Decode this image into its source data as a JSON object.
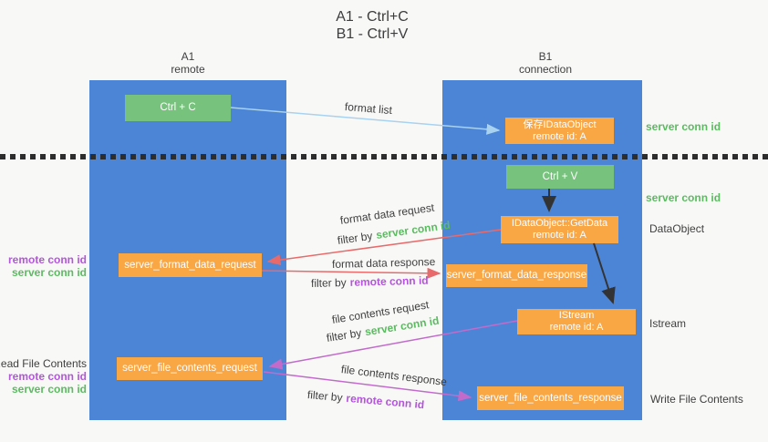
{
  "title": {
    "line1": "A1 - Ctrl+C",
    "line2": "B1 - Ctrl+V"
  },
  "columns": {
    "left": {
      "id": "A1",
      "role": "remote"
    },
    "right": {
      "id": "B1",
      "role": "connection"
    }
  },
  "nodes": {
    "ctrl_c": "Ctrl + C",
    "ctrl_v": "Ctrl + V",
    "save_idataobject": {
      "line1": "保存IDataObject",
      "line2": "remote id: A"
    },
    "getdata": {
      "line1": "IDataObject::GetData",
      "line2": "remote id: A"
    },
    "istream": {
      "line1": "IStream",
      "line2": "remote id: A"
    },
    "format_request": "server_format_data_request",
    "format_response": "server_format_data_response",
    "file_request": "server_file_contents_request",
    "file_response": "server_file_contents_response"
  },
  "side_labels": {
    "server_conn_id_top": "server conn id",
    "server_conn_id_mid": "server conn id",
    "dataobject": "DataObject",
    "istream": "Istream",
    "write_file_contents": "Write File Contents",
    "read_file_contents": "Read File Contents",
    "remote_conn_id_upper": "remote conn id",
    "server_conn_id_upper": "server conn id",
    "remote_conn_id_lower": "remote conn id",
    "server_conn_id_lower": "server conn id"
  },
  "arrow_labels": {
    "format_list": "format list",
    "format_data_request": "format data request",
    "format_data_response": "format data response",
    "file_contents_request": "file contents request",
    "file_contents_response": "file contents response",
    "filter_by": "filter by",
    "filter_server_conn_id": "server conn id",
    "filter_remote_conn_id": "remote conn id"
  },
  "colors": {
    "column_blue": "#4D85D6",
    "box_orange": "#F9A645",
    "box_green": "#77C27C",
    "green_text": "#5CBB61",
    "purple_text": "#B455DB",
    "red_arrow": "#E96A6A",
    "magenta_arrow": "#C26BCB",
    "light_blue_arrow": "#A8D2F0",
    "dark_text": "#3D3D3D",
    "background": "#F8F8F7"
  }
}
